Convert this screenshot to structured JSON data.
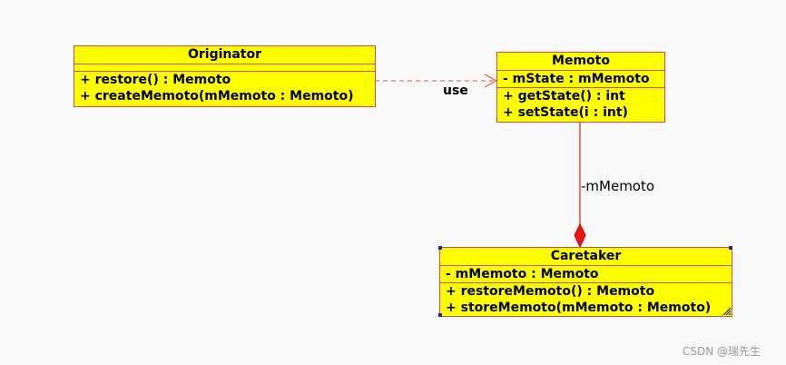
{
  "classes": {
    "originator": {
      "name": "Originator",
      "attributes": [],
      "operations": [
        "+ restore() : Memoto",
        "+ createMemoto(mMemoto : Memoto)"
      ]
    },
    "memoto": {
      "name": "Memoto",
      "attributes": [
        "- mState : mMemoto"
      ],
      "operations": [
        "+ getState() : int",
        "+ setState(i : int)"
      ]
    },
    "caretaker": {
      "name": "Caretaker",
      "attributes": [
        "- mMemoto : Memoto"
      ],
      "operations": [
        "+ restoreMemoto() : Memoto",
        "+ storeMemoto(mMemoto : Memoto)"
      ]
    }
  },
  "relations": {
    "use": {
      "label": "use",
      "type": "dependency"
    },
    "aggregation": {
      "label": "-mMemoto",
      "type": "composition"
    }
  },
  "colors": {
    "class_fill": "#ffff00",
    "class_border": "#d24a4a",
    "edge": "#e05050",
    "diamond": "#ee1111",
    "background": "#f8f8f8"
  },
  "watermark": "CSDN @瑞先生"
}
